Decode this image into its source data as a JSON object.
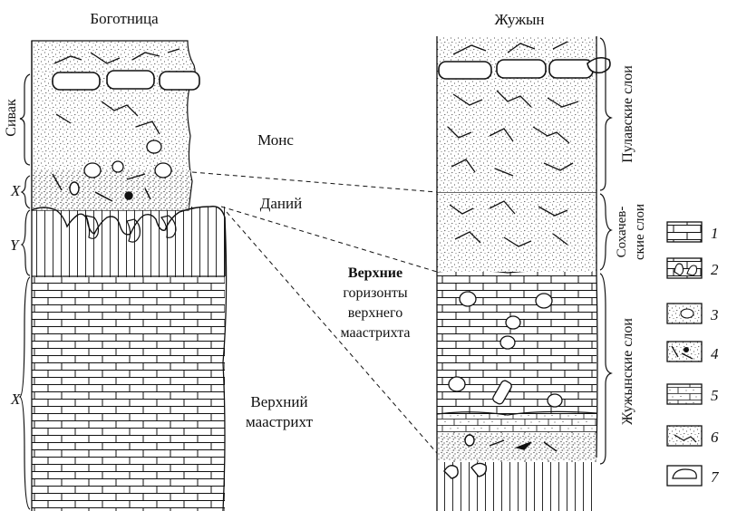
{
  "columns": {
    "left": {
      "title": "Боготница",
      "side_labels": [
        "Сивак",
        "X",
        "Y",
        "X"
      ]
    },
    "right": {
      "title": "Жужын",
      "side_labels": [
        "Пулавские слои",
        "Сохачев-",
        "ские слои",
        "Жужынские слои"
      ]
    }
  },
  "middle_labels": {
    "mons": "Монс",
    "danian": "Даний",
    "upper_horizons": [
      "Верхние",
      "горизонты",
      "верхнего",
      "маастрихта"
    ],
    "upper_maastricht": [
      "Верхний",
      "маастрихт"
    ]
  },
  "legend": [
    {
      "pattern": "limestone",
      "label": "1"
    },
    {
      "pattern": "burrows",
      "label": "2"
    },
    {
      "pattern": "sand-pebble",
      "label": "3"
    },
    {
      "pattern": "fragments",
      "label": "4"
    },
    {
      "pattern": "marly-limestone",
      "label": "5"
    },
    {
      "pattern": "cracks",
      "label": "6"
    },
    {
      "pattern": "concretion",
      "label": "7"
    }
  ]
}
